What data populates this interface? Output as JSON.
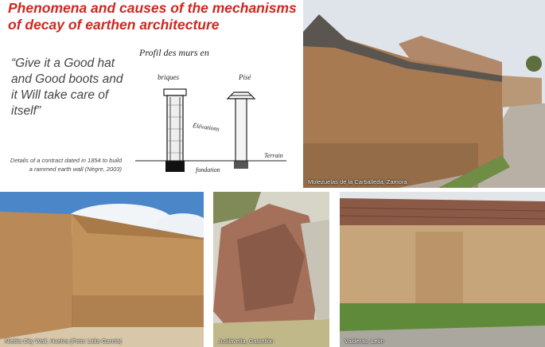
{
  "title": "Phenomena and causes of the mechanisms of decay of earthen architecture",
  "quote": "“Give it a Good hat and Good boots and it Will take care of itself”",
  "sketch": {
    "heading": "Profil des murs en",
    "label_left": "briques",
    "label_right": "Pisé",
    "label_elevation": "Élévations",
    "label_foundation": "fondation",
    "label_terrain": "Terrain"
  },
  "caption": "Details of a contract dated in 1854 to build a rammed earth wall (Nègre, 2003)",
  "photos": [
    {
      "label": "Molezuelas de la Carballeda, Zamora"
    },
    {
      "label": "Niebla City Wall, Huelva (Foto: Lidia García)"
    },
    {
      "label": "Jusilavella, Castellón"
    },
    {
      "label": "Valderas, León"
    }
  ],
  "colors": {
    "title": "#d0261f",
    "quote": "#444444"
  }
}
